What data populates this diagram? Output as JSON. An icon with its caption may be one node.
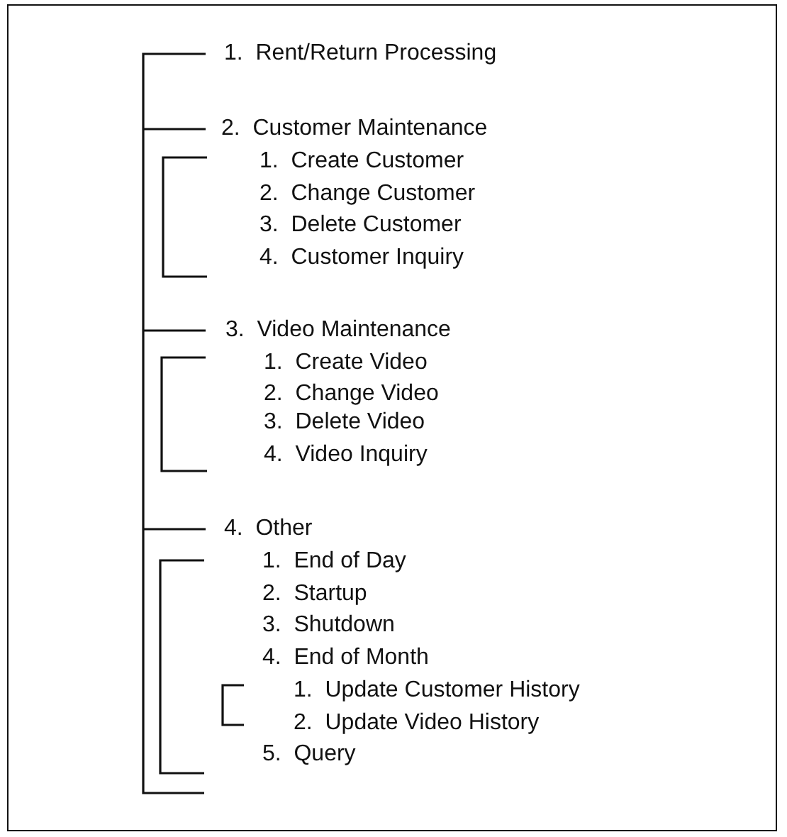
{
  "diagram": {
    "labels": [
      "1.  Rent/Return Processing",
      "2.  Customer Maintenance",
      "1.  Create Customer",
      "2.  Change Customer",
      "3.  Delete Customer",
      "4.  Customer Inquiry",
      "3.  Video Maintenance",
      "1.  Create Video",
      "2.  Change Video",
      "3.  Delete Video",
      "4.  Video Inquiry",
      "4.  Other",
      "1.  End of Day",
      "2.  Startup",
      "3.  Shutdown",
      "4.  End of Month",
      "1.  Update Customer History",
      "2.  Update Video History",
      "5.  Query"
    ]
  }
}
